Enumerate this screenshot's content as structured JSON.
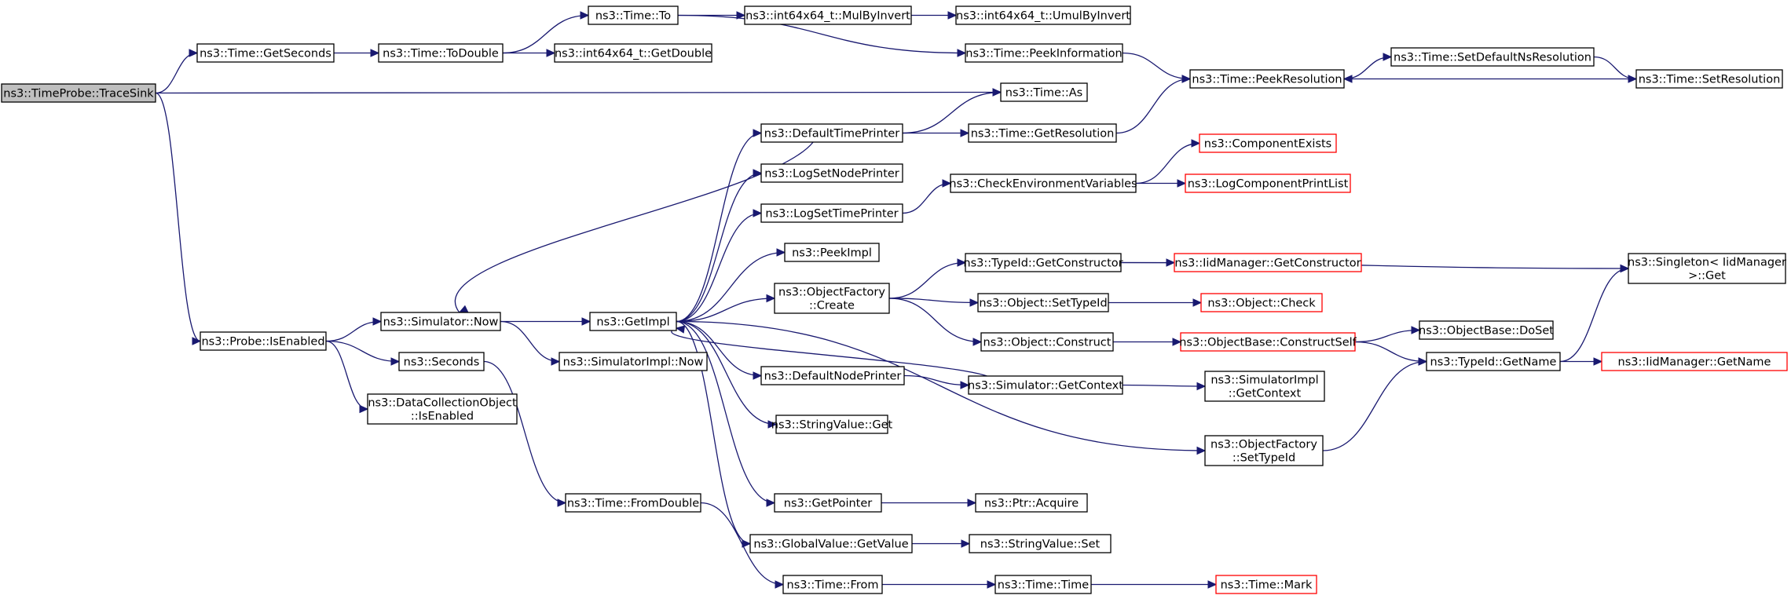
{
  "nodes": [
    {
      "id": "trace_sink",
      "lines": [
        "ns3::TimeProbe::TraceSink"
      ],
      "style": "root"
    },
    {
      "id": "get_seconds",
      "lines": [
        "ns3::Time::GetSeconds"
      ],
      "style": "normal"
    },
    {
      "id": "to_double",
      "lines": [
        "ns3::Time::ToDouble"
      ],
      "style": "normal"
    },
    {
      "id": "time_to",
      "lines": [
        "ns3::Time::To"
      ],
      "style": "normal"
    },
    {
      "id": "mul_by_invert",
      "lines": [
        "ns3::int64x64_t::MulByInvert"
      ],
      "style": "normal"
    },
    {
      "id": "umul_by_invert",
      "lines": [
        "ns3::int64x64_t::UmulByInvert"
      ],
      "style": "normal"
    },
    {
      "id": "get_double",
      "lines": [
        "ns3::int64x64_t::GetDouble"
      ],
      "style": "normal"
    },
    {
      "id": "peek_information",
      "lines": [
        "ns3::Time::PeekInformation"
      ],
      "style": "normal"
    },
    {
      "id": "peek_resolution",
      "lines": [
        "ns3::Time::PeekResolution"
      ],
      "style": "normal"
    },
    {
      "id": "set_default_ns_resolution",
      "lines": [
        "ns3::Time::SetDefaultNsResolution"
      ],
      "style": "normal"
    },
    {
      "id": "set_resolution",
      "lines": [
        "ns3::Time::SetResolution"
      ],
      "style": "normal"
    },
    {
      "id": "time_as",
      "lines": [
        "ns3::Time::As"
      ],
      "style": "normal"
    },
    {
      "id": "default_time_printer",
      "lines": [
        "ns3::DefaultTimePrinter"
      ],
      "style": "normal"
    },
    {
      "id": "get_resolution",
      "lines": [
        "ns3::Time::GetResolution"
      ],
      "style": "normal"
    },
    {
      "id": "log_set_node_printer",
      "lines": [
        "ns3::LogSetNodePrinter"
      ],
      "style": "normal"
    },
    {
      "id": "log_set_time_printer",
      "lines": [
        "ns3::LogSetTimePrinter"
      ],
      "style": "normal"
    },
    {
      "id": "check_env_vars",
      "lines": [
        "ns3::CheckEnvironmentVariables"
      ],
      "style": "normal"
    },
    {
      "id": "component_exists",
      "lines": [
        "ns3::ComponentExists"
      ],
      "style": "red"
    },
    {
      "id": "log_component_print_list",
      "lines": [
        "ns3::LogComponentPrintList"
      ],
      "style": "red"
    },
    {
      "id": "peek_impl",
      "lines": [
        "ns3::PeekImpl"
      ],
      "style": "normal"
    },
    {
      "id": "object_factory_create",
      "lines": [
        "ns3::ObjectFactory",
        "::Create"
      ],
      "style": "normal"
    },
    {
      "id": "typeid_get_constructor",
      "lines": [
        "ns3::TypeId::GetConstructor"
      ],
      "style": "normal"
    },
    {
      "id": "iid_get_constructor",
      "lines": [
        "ns3::IidManager::GetConstructor"
      ],
      "style": "red"
    },
    {
      "id": "singleton_get",
      "lines": [
        "ns3::Singleton< IidManager",
        " >::Get"
      ],
      "style": "normal"
    },
    {
      "id": "object_set_typeid",
      "lines": [
        "ns3::Object::SetTypeId"
      ],
      "style": "normal"
    },
    {
      "id": "object_check",
      "lines": [
        "ns3::Object::Check"
      ],
      "style": "red"
    },
    {
      "id": "object_construct",
      "lines": [
        "ns3::Object::Construct"
      ],
      "style": "normal"
    },
    {
      "id": "construct_self",
      "lines": [
        "ns3::ObjectBase::ConstructSelf"
      ],
      "style": "red"
    },
    {
      "id": "object_base_doset",
      "lines": [
        "ns3::ObjectBase::DoSet"
      ],
      "style": "normal"
    },
    {
      "id": "typeid_get_name",
      "lines": [
        "ns3::TypeId::GetName"
      ],
      "style": "normal"
    },
    {
      "id": "iid_get_name",
      "lines": [
        "ns3::IidManager::GetName"
      ],
      "style": "red"
    },
    {
      "id": "probe_is_enabled",
      "lines": [
        "ns3::Probe::IsEnabled"
      ],
      "style": "normal"
    },
    {
      "id": "simulator_now",
      "lines": [
        "ns3::Simulator::Now"
      ],
      "style": "normal"
    },
    {
      "id": "get_impl",
      "lines": [
        "ns3::GetImpl"
      ],
      "style": "normal"
    },
    {
      "id": "simulator_impl_now",
      "lines": [
        "ns3::SimulatorImpl::Now"
      ],
      "style": "normal"
    },
    {
      "id": "seconds",
      "lines": [
        "ns3::Seconds"
      ],
      "style": "normal"
    },
    {
      "id": "dco_is_enabled",
      "lines": [
        "ns3::DataCollectionObject",
        "::IsEnabled"
      ],
      "style": "normal"
    },
    {
      "id": "default_node_printer",
      "lines": [
        "ns3::DefaultNodePrinter"
      ],
      "style": "normal"
    },
    {
      "id": "simulator_get_context",
      "lines": [
        "ns3::Simulator::GetContext"
      ],
      "style": "normal"
    },
    {
      "id": "simulator_impl_get_context",
      "lines": [
        "ns3::SimulatorImpl",
        "::GetContext"
      ],
      "style": "normal"
    },
    {
      "id": "string_value_get",
      "lines": [
        "ns3::StringValue::Get"
      ],
      "style": "normal"
    },
    {
      "id": "object_factory_set_typeid",
      "lines": [
        "ns3::ObjectFactory",
        "::SetTypeId"
      ],
      "style": "normal"
    },
    {
      "id": "time_from_double",
      "lines": [
        "ns3::Time::FromDouble"
      ],
      "style": "normal"
    },
    {
      "id": "get_pointer",
      "lines": [
        "ns3::GetPointer"
      ],
      "style": "normal"
    },
    {
      "id": "ptr_acquire",
      "lines": [
        "ns3::Ptr::Acquire"
      ],
      "style": "normal"
    },
    {
      "id": "global_value_get_value",
      "lines": [
        "ns3::GlobalValue::GetValue"
      ],
      "style": "normal"
    },
    {
      "id": "string_value_set",
      "lines": [
        "ns3::StringValue::Set"
      ],
      "style": "normal"
    },
    {
      "id": "time_from",
      "lines": [
        "ns3::Time::From"
      ],
      "style": "normal"
    },
    {
      "id": "time_time",
      "lines": [
        "ns3::Time::Time"
      ],
      "style": "normal"
    },
    {
      "id": "time_mark",
      "lines": [
        "ns3::Time::Mark"
      ],
      "style": "red"
    }
  ],
  "edges": [
    [
      "trace_sink",
      "get_seconds"
    ],
    [
      "trace_sink",
      "time_as"
    ],
    [
      "trace_sink",
      "probe_is_enabled"
    ],
    [
      "get_seconds",
      "to_double"
    ],
    [
      "to_double",
      "time_to"
    ],
    [
      "to_double",
      "get_double"
    ],
    [
      "time_to",
      "mul_by_invert"
    ],
    [
      "time_to",
      "peek_information"
    ],
    [
      "mul_by_invert",
      "umul_by_invert"
    ],
    [
      "peek_information",
      "peek_resolution"
    ],
    [
      "peek_resolution",
      "set_default_ns_resolution"
    ],
    [
      "set_default_ns_resolution",
      "set_resolution"
    ],
    [
      "set_resolution",
      "peek_resolution"
    ],
    [
      "default_time_printer",
      "time_as"
    ],
    [
      "default_time_printer",
      "get_resolution"
    ],
    [
      "default_time_printer",
      "simulator_now"
    ],
    [
      "get_resolution",
      "peek_resolution"
    ],
    [
      "log_set_time_printer",
      "check_env_vars"
    ],
    [
      "check_env_vars",
      "component_exists"
    ],
    [
      "check_env_vars",
      "log_component_print_list"
    ],
    [
      "object_factory_create",
      "typeid_get_constructor"
    ],
    [
      "object_factory_create",
      "object_set_typeid"
    ],
    [
      "object_factory_create",
      "object_construct"
    ],
    [
      "typeid_get_constructor",
      "iid_get_constructor"
    ],
    [
      "typeid_get_constructor",
      "singleton_get"
    ],
    [
      "object_set_typeid",
      "object_check"
    ],
    [
      "object_construct",
      "construct_self"
    ],
    [
      "construct_self",
      "object_base_doset"
    ],
    [
      "construct_self",
      "typeid_get_name"
    ],
    [
      "typeid_get_name",
      "singleton_get"
    ],
    [
      "typeid_get_name",
      "iid_get_name"
    ],
    [
      "probe_is_enabled",
      "simulator_now"
    ],
    [
      "probe_is_enabled",
      "seconds"
    ],
    [
      "probe_is_enabled",
      "dco_is_enabled"
    ],
    [
      "simulator_now",
      "get_impl"
    ],
    [
      "simulator_now",
      "simulator_impl_now"
    ],
    [
      "get_impl",
      "default_time_printer"
    ],
    [
      "get_impl",
      "log_set_node_printer"
    ],
    [
      "get_impl",
      "log_set_time_printer"
    ],
    [
      "get_impl",
      "peek_impl"
    ],
    [
      "get_impl",
      "object_factory_create"
    ],
    [
      "get_impl",
      "default_node_printer"
    ],
    [
      "get_impl",
      "string_value_get"
    ],
    [
      "get_impl",
      "object_factory_set_typeid"
    ],
    [
      "get_impl",
      "get_pointer"
    ],
    [
      "get_impl",
      "global_value_get_value"
    ],
    [
      "default_node_printer",
      "simulator_get_context"
    ],
    [
      "simulator_get_context",
      "get_impl"
    ],
    [
      "simulator_get_context",
      "simulator_impl_get_context"
    ],
    [
      "object_factory_set_typeid",
      "typeid_get_name"
    ],
    [
      "seconds",
      "time_from_double"
    ],
    [
      "time_from_double",
      "time_from"
    ],
    [
      "get_pointer",
      "ptr_acquire"
    ],
    [
      "global_value_get_value",
      "string_value_set"
    ],
    [
      "time_from",
      "time_time"
    ],
    [
      "time_time",
      "time_mark"
    ]
  ]
}
